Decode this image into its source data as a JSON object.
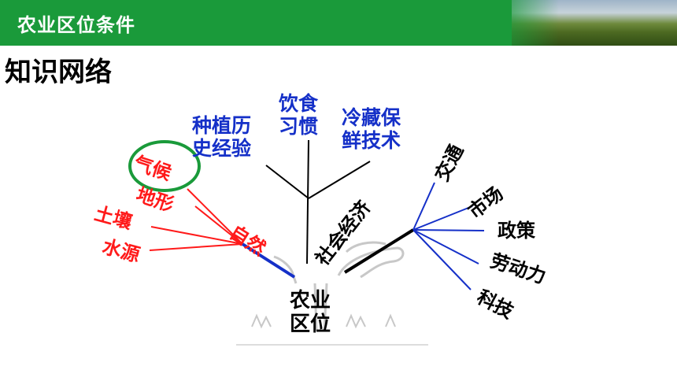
{
  "header": {
    "title": "农业区位条件"
  },
  "section": {
    "title": "知识网络"
  },
  "center": {
    "line1": "农业",
    "line2": "区位"
  },
  "natural": {
    "branch": "自然",
    "items": {
      "climate": "气候",
      "terrain": "地形",
      "soil": "土壤",
      "water": "水源"
    }
  },
  "social": {
    "branch": "社会经济",
    "left_items": {
      "history": "种植历\n史经验",
      "diet": "饮食\n习惯",
      "storage": "冷藏保\n鲜技术"
    },
    "right_items": {
      "transport": "交通",
      "market": "市场",
      "policy": "政策",
      "labor": "劳动力",
      "tech": "科技"
    }
  },
  "colors": {
    "header": "#1a9a3a",
    "blue_text": "#1530c8",
    "red_text": "#ff1a1a",
    "circle": "#1a9a3a"
  }
}
